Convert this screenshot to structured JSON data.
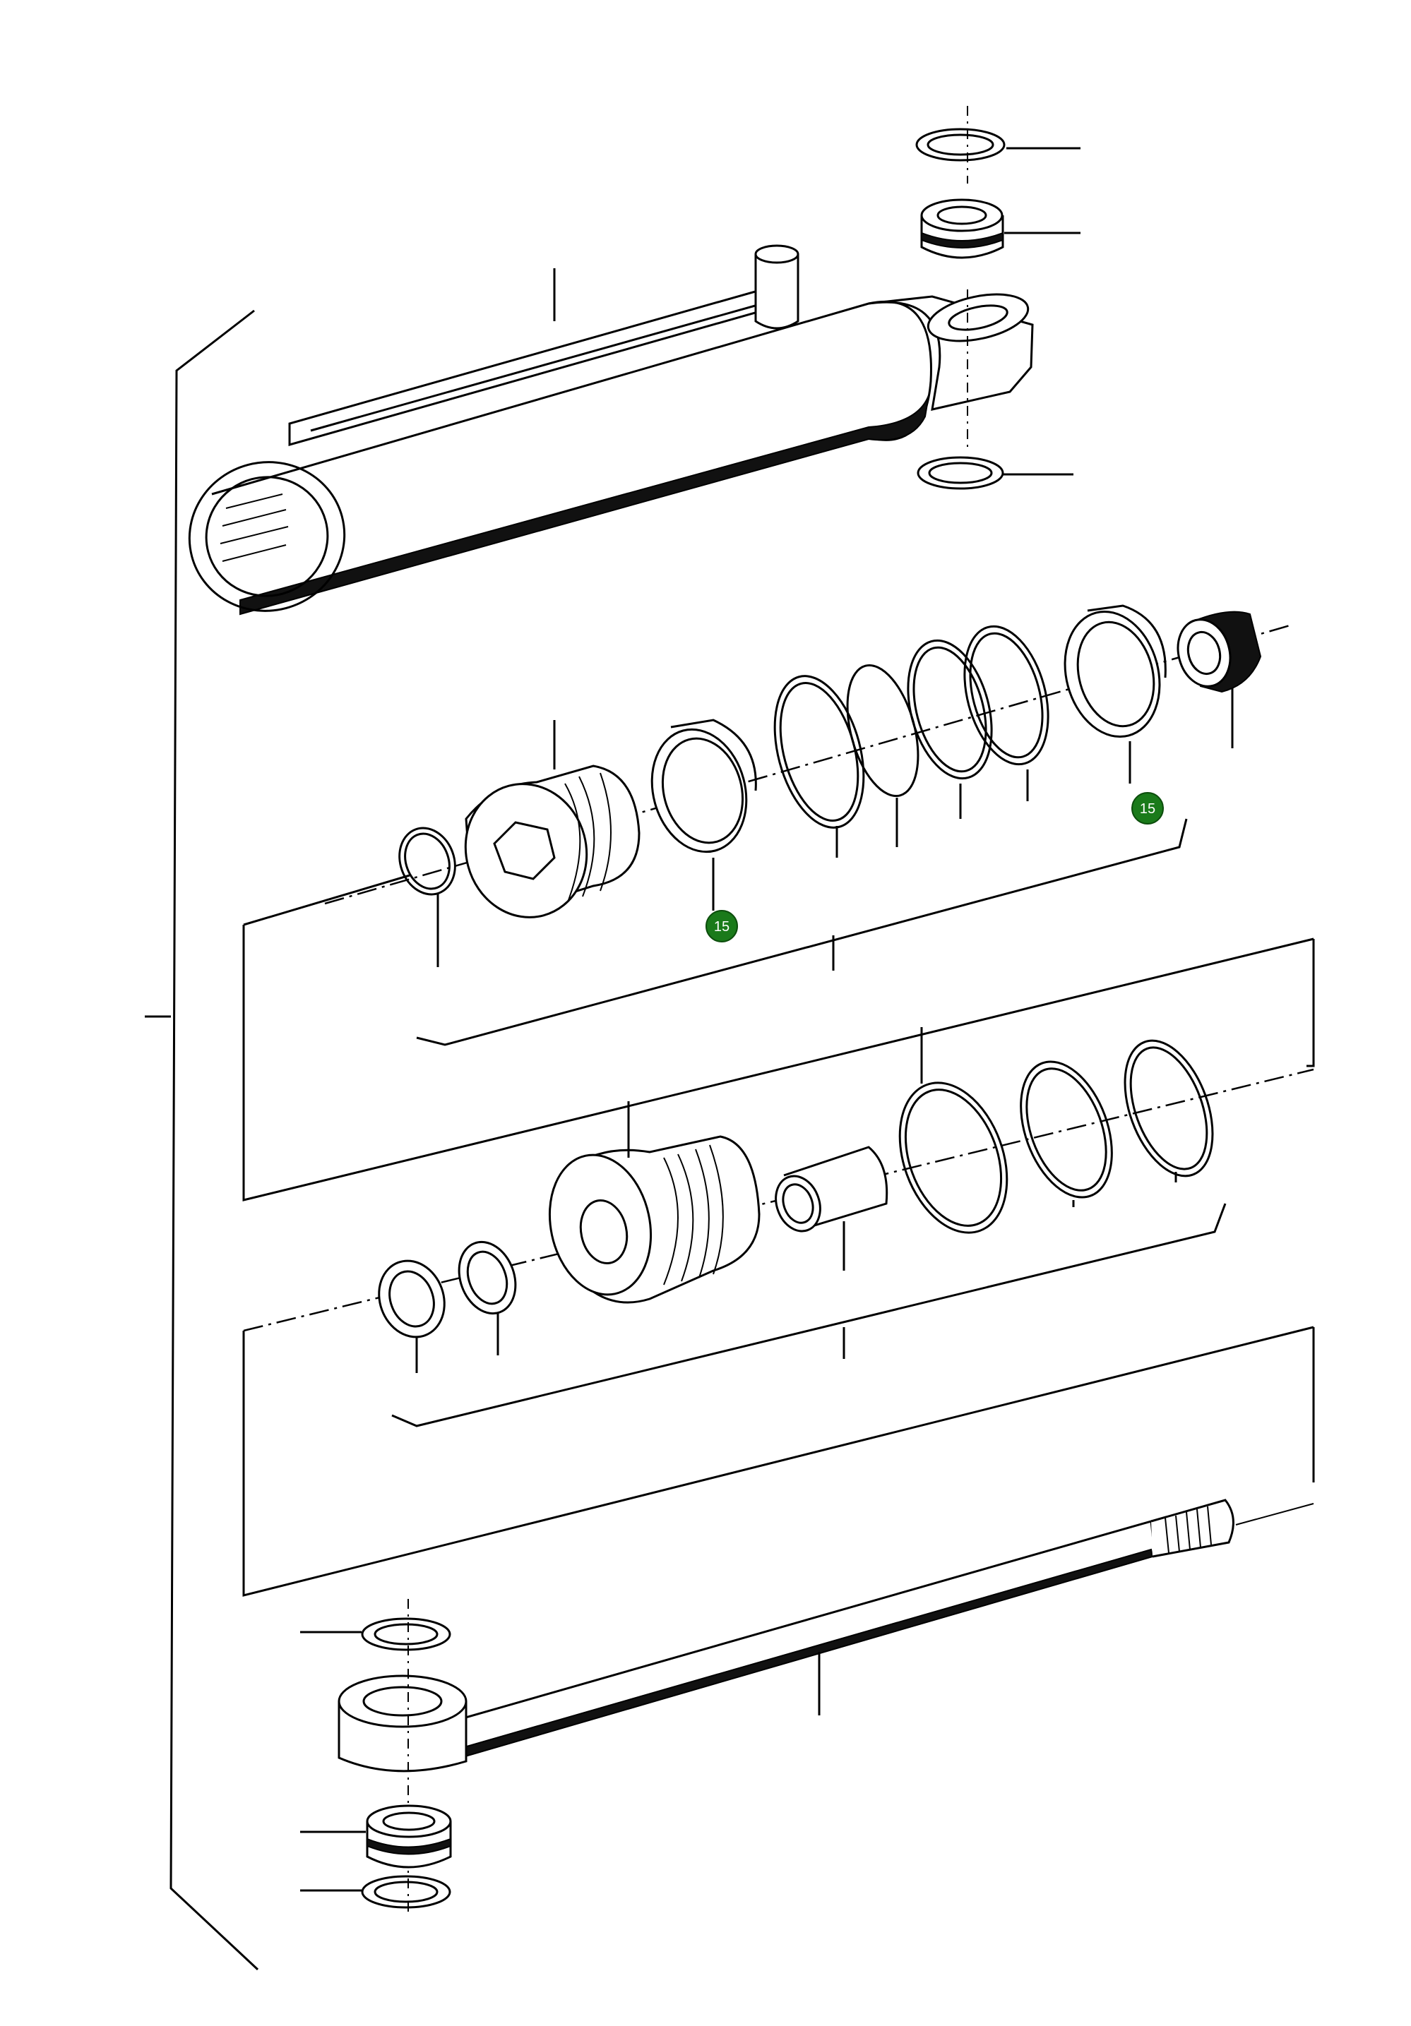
{
  "diagram": {
    "callouts": [
      {
        "id": "callout-15-a",
        "label": "15"
      },
      {
        "id": "callout-15-b",
        "label": "15"
      }
    ],
    "colors": {
      "line": "#000000",
      "callout_fill": "#1a7a1a",
      "callout_text": "#ffffff",
      "background": "#ffffff"
    }
  }
}
